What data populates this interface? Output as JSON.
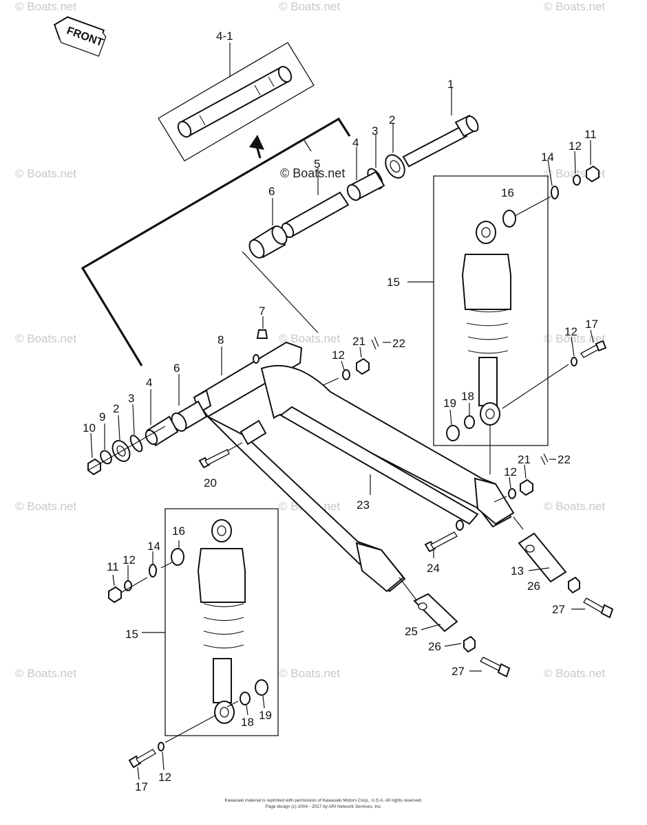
{
  "watermarks": {
    "text": "© Boats.net",
    "main_text": "© Boats.net"
  },
  "direction_label": "FRONT",
  "callouts": {
    "c1": "1",
    "c2a": "2",
    "c3a": "3",
    "c4a": "4",
    "c41": "4-1",
    "c5": "5",
    "c6a": "6",
    "c11a": "11",
    "c12a": "12",
    "c14a": "14",
    "c16a": "16",
    "c15a": "15",
    "c7": "7",
    "c8": "8",
    "c21a": "21",
    "c22a": "22",
    "c12b": "12",
    "c6b": "6",
    "c4b": "4",
    "c3b": "3",
    "c2b": "2",
    "c9": "9",
    "c10": "10",
    "c20": "20",
    "c23": "23",
    "c12c": "12",
    "c17a": "17",
    "c19a": "19",
    "c18a": "18",
    "c21b": "21",
    "c22b": "22",
    "c12d": "12",
    "c24": "24",
    "c13": "13",
    "c26a": "26",
    "c27a": "27",
    "c16b": "16",
    "c11b": "11",
    "c12e": "12",
    "c14b": "14",
    "c15b": "15",
    "c25": "25",
    "c26b": "26",
    "c27b": "27",
    "c18b": "18",
    "c19b": "19",
    "c17b": "17",
    "c12f": "12"
  },
  "copyright": {
    "line1": "Kawasaki material is reprinted with permission of Kawasaki Motors Corp., U.S.A. All rights reserved.",
    "line2": "Page design (c) 2004 - 2017 by ARI Network Services, Inc."
  }
}
